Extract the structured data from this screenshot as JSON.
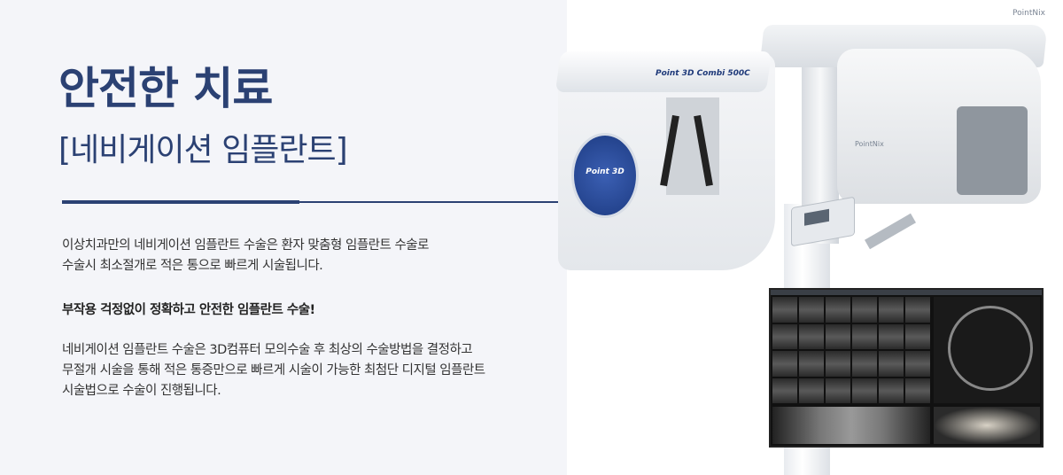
{
  "heading": {
    "title": "안전한 치료",
    "subtitle": "[네비게이션 임플란트]"
  },
  "body": {
    "p1": "이상치과만의 네비게이션 임플란트 수술은 환자 맞춤형 임플란트 수술로\n수술시 최소절개로 적은 통으로 빠르게 시술됩니다.",
    "p2": "부작용 걱정없이 정확하고 안전한 임플란트 수술!",
    "p3": "네비게이션 임플란트 수술은 3D컴퓨터 모의수술 후 최상의 수술방법을 결정하고\n무절개 시술을 통해 적은 통증만으로 빠르게 시술이 가능한 최첨단 디지털 임플란트\n시술법으로 수술이 진행됩니다."
  },
  "machine": {
    "model_label": "Point 3D Combi 500C",
    "logo_text": "Point 3D",
    "brand_text": "PointNix"
  },
  "colors": {
    "accent": "#2b4173",
    "panel_background": "#f4f5f9"
  }
}
